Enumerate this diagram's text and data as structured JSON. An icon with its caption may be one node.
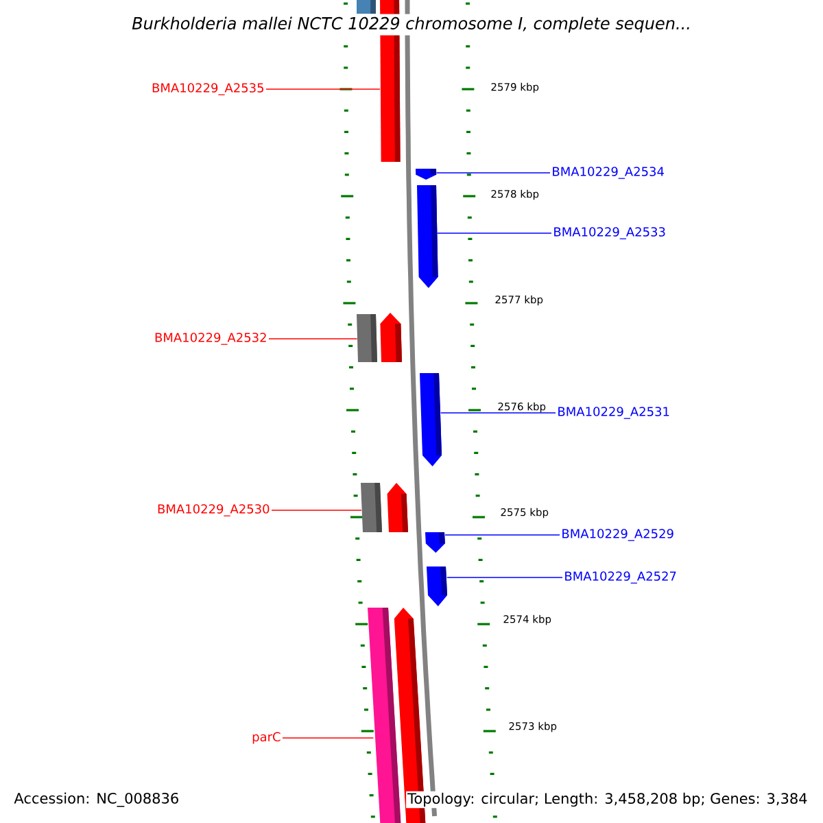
{
  "diagram": {
    "title": "Burkholderia mallei NCTC 10229 chromosome I, complete sequen...",
    "nodes": [
      {
        "text": [
          "BMA10229_A2535"
        ]
      },
      {
        "text": [
          "BMA10229_A2534"
        ]
      },
      {
        "text": [
          "BMA10229_A2533"
        ]
      },
      {
        "text": [
          "BMA10229_A2532"
        ]
      },
      {
        "text": [
          "BMA10229_A2531"
        ]
      },
      {
        "text": [
          "BMA10229_A2530"
        ]
      },
      {
        "text": [
          "BMA10229_A2529"
        ]
      },
      {
        "text": [
          "BMA10229_A2527"
        ]
      },
      {
        "text": [
          "parC"
        ]
      },
      {
        "text": [],
        "shape": "bar"
      },
      {
        "text": [],
        "shape": "bar"
      },
      {
        "text": [],
        "shape": "arrow"
      },
      {
        "text": [],
        "shape": "arrow"
      },
      {
        "text": [],
        "shape": "bar"
      },
      {
        "text": [],
        "shape": "arrow"
      },
      {
        "text": [],
        "shape": "arrow"
      },
      {
        "text": [],
        "shape": "bar"
      },
      {
        "text": [],
        "shape": "arrow"
      },
      {
        "text": [],
        "shape": "arrow"
      },
      {
        "text": [],
        "shape": "arrow"
      },
      {
        "text": [],
        "shape": "bar"
      },
      {
        "text": [],
        "shape": "arrow"
      }
    ],
    "edges": [
      {
        "from": 0,
        "to": 10,
        "arrow": "none",
        "color": "#ff0000"
      },
      {
        "from": 1,
        "to": 11,
        "arrow": "none"
      },
      {
        "from": 2,
        "to": 12,
        "arrow": "none"
      },
      {
        "from": 3,
        "to": 13,
        "arrow": "none",
        "color": "#ff0000"
      },
      {
        "from": 4,
        "to": 15,
        "arrow": "none"
      },
      {
        "from": 5,
        "to": 16,
        "arrow": "none",
        "color": "#ff0000"
      },
      {
        "from": 6,
        "to": 18,
        "arrow": "none"
      },
      {
        "from": 7,
        "to": 19,
        "arrow": "none"
      },
      {
        "from": 8,
        "to": 20,
        "arrow": "none",
        "color": "#ff0000"
      }
    ],
    "labels": [
      "2579 kbp",
      "2578 kbp",
      "2577 kbp",
      "2576 kbp",
      "2575 kbp",
      "2574 kbp",
      "2573 kbp",
      "Accession: NC_008836",
      "Topology: circular; Length: 3,458,208 bp; Genes: 3,384"
    ]
  }
}
